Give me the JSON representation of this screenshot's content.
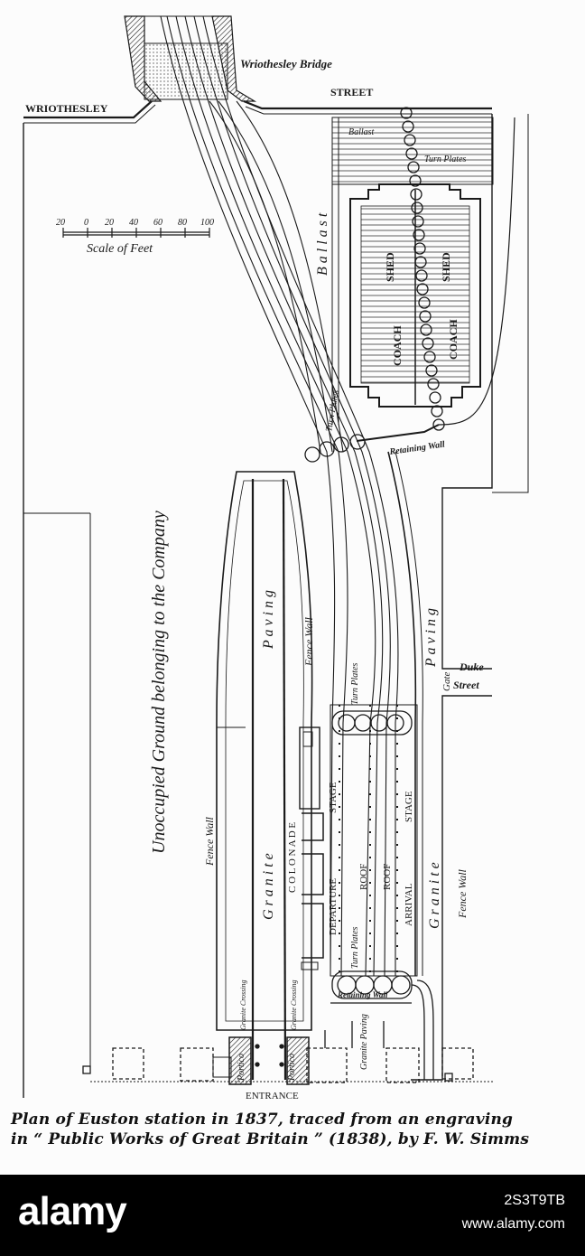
{
  "map": {
    "labels": {
      "wriothesley_bridge": "Wriothesley Bridge",
      "wriothesley": "WRIOTHESLEY",
      "street": "STREET",
      "ballast_small": "Ballast",
      "turn_plates_top": "Turn Plates",
      "ballast_large": "B a l l a s t",
      "shed_left": "SHED",
      "shed_right": "SHED",
      "coach_left": "COACH",
      "coach_right": "COACH",
      "turn_plates_mid": "Turn Plates",
      "retaining_wall_top": "Retaining Wall",
      "unoccupied": "Unoccupied  Ground  belonging  to  the  Company",
      "paving_left": "P a v i n g",
      "fence_wall_center": "Fence Wall",
      "paving_right": "P a v i n g",
      "gate": "Gate",
      "duke": "Duke",
      "street_duke": "Street",
      "turn_plates_lower": "Turn Plates",
      "fence_wall_left": "Fence Wall",
      "granite_left": "G r a n i t e",
      "colonade": "C O L O N A D E",
      "departure": "DEPARTURE",
      "stage_left": "STAGE",
      "roof_left": "ROOF",
      "roof_right": "ROOF",
      "arrival": "ARRIVAL",
      "stage_right": "STAGE",
      "granite_right": "G r a n i t e",
      "fence_wall_right": "Fence Wall",
      "turn_plates_bottom": "Turn Plates",
      "retaining_wall_bottom": "Retaining Wall",
      "granite_crossing_left": "Granite Crossing",
      "granite_crossing_right": "Granite Crossing",
      "granite_paving": "Granite Paving",
      "portico_left": "Portico",
      "portico_right": "Portico",
      "entrance": "ENTRANCE"
    },
    "scale": {
      "ticks": [
        "20",
        "0",
        "20",
        "40",
        "60",
        "80",
        "100"
      ],
      "label": "Scale of Feet"
    }
  },
  "caption": {
    "line1": "Plan of Euston  station in 1837, traced from an engraving",
    "line2": "in “ Public Works of Great Britain ” (1838), by F. W. Simms"
  },
  "watermark": {
    "brand": "alamy",
    "stock_id": "2S3T9TB",
    "site": "www.alamy.com"
  },
  "colors": {
    "ink": "#1a1a1a",
    "paper": "#fcfcfc",
    "footer": "#000000"
  }
}
